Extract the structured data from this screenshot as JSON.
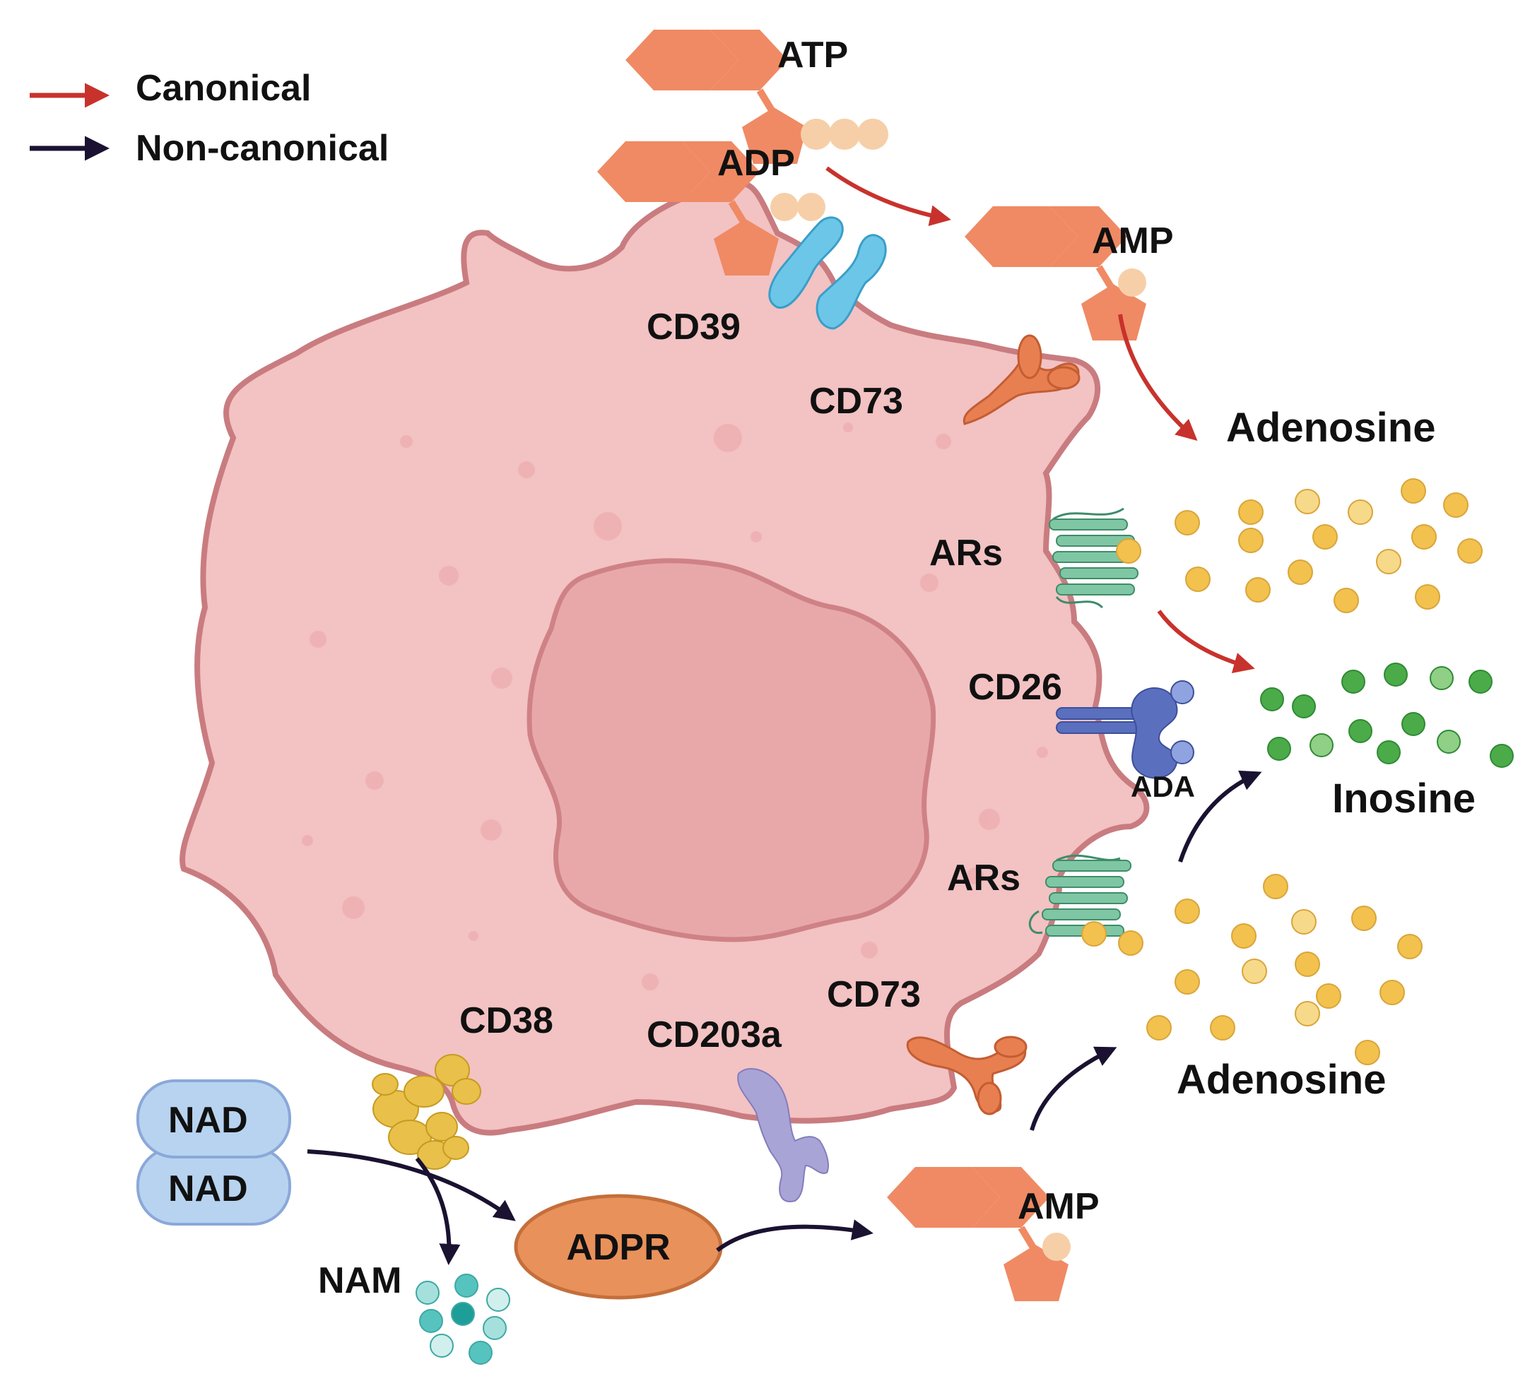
{
  "legend": {
    "canonical": "Canonical",
    "non_canonical": "Non-canonical"
  },
  "molecules": {
    "atp": "ATP",
    "adp": "ADP",
    "amp_top": "AMP",
    "amp_bottom": "AMP",
    "adenosine_top": "Adenosine",
    "adenosine_bottom": "Adenosine",
    "inosine": "Inosine",
    "nad_1": "NAD",
    "nad_2": "NAD",
    "nam": "NAM",
    "adpr": "ADPR"
  },
  "enzymes": {
    "cd39": "CD39",
    "cd73_top": "CD73",
    "cd73_bottom": "CD73",
    "ars_top": "ARs",
    "ars_bottom": "ARs",
    "cd26": "CD26",
    "ada": "ADA",
    "cd38": "CD38",
    "cd203a": "CD203a"
  },
  "colors": {
    "canonical_arrow": "#c8322c",
    "non_canonical_arrow": "#1a1230",
    "cell_fill": "#f3c2c3",
    "cell_stroke": "#c97c80",
    "nucleus_fill": "#e8a8aa",
    "nucleotide": "#ef8a64",
    "phosphate": "#f6cfa8",
    "adenosine_dot": "#f2c14e",
    "inosine_dot": "#4bab48",
    "nam_dot": "#56c3bf",
    "nad_fill": "#b7d3f0",
    "adpr_fill": "#e9915b",
    "cd39": "#6cc6e8",
    "cd73": "#e77f50",
    "receptor": "#7fc7a4",
    "cd26": "#5b6fbf",
    "cd38": "#e8c04a",
    "cd203a": "#a9a4d6"
  }
}
